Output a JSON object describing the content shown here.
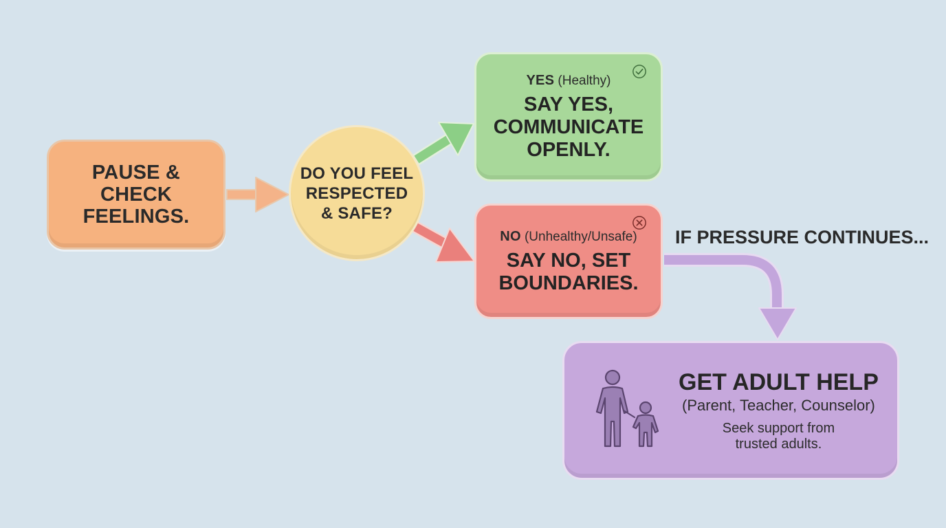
{
  "colors": {
    "background": "#d6e3ec",
    "pause": "#f6b27f",
    "question": "#f6dc98",
    "yes": "#a8d89a",
    "no": "#ef8d86",
    "help": "#c6a8dc",
    "arrow_orange": "#f4b389",
    "arrow_green": "#8ccf86",
    "arrow_red": "#ea807c",
    "arrow_purple": "#c3a6dc"
  },
  "start": {
    "lines": [
      "PAUSE &",
      "CHECK",
      "FEELINGS."
    ]
  },
  "decision": {
    "lines": [
      "DO YOU FEEL",
      "RESPECTED",
      "& SAFE?"
    ]
  },
  "yes_branch": {
    "label_bold": "YES",
    "label_rest": "(Healthy)",
    "lines": [
      "SAY YES,",
      "COMMUNICATE",
      "OPENLY."
    ],
    "icon": "check-circle-icon"
  },
  "no_branch": {
    "label_bold": "NO",
    "label_rest": "(Unhealthy/Unsafe)",
    "lines": [
      "SAY NO, SET",
      "BOUNDARIES."
    ],
    "icon": "x-circle-icon"
  },
  "escalation_label": "IF PRESSURE CONTINUES...",
  "help": {
    "title": "GET ADULT HELP",
    "subtitle": "(Parent, Teacher, Counselor)",
    "desc_lines": [
      "Seek support from",
      "trusted adults."
    ],
    "icon": "adult-and-child-icon"
  }
}
